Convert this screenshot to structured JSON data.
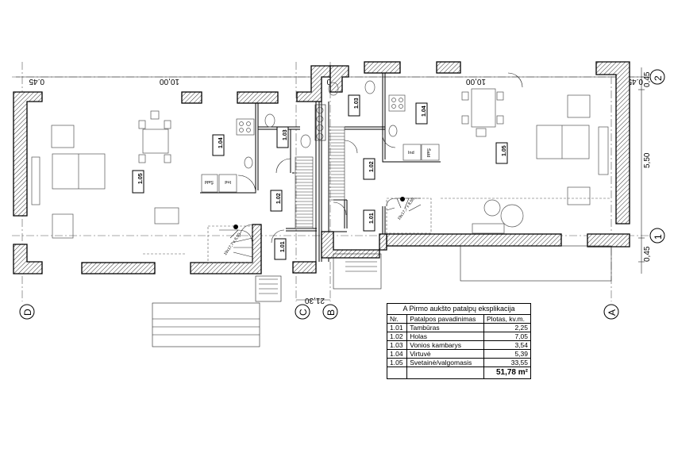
{
  "axes": {
    "letters": [
      "A",
      "B",
      "C",
      "D"
    ],
    "numbers": [
      "1",
      "2"
    ]
  },
  "dimensions": {
    "left_end": "0.45",
    "left_span": "10,00",
    "mid_wall": "0.40",
    "right_span": "10,00",
    "right_end": "0.45",
    "height_top": "0,45",
    "height_mid": "5,50",
    "height_bottom": "0,45",
    "overall": "21,30"
  },
  "rooms_left": [
    "1.05",
    "1.04",
    "1.03",
    "1.02",
    "1.01"
  ],
  "rooms_right": [
    "1.05",
    "1.04",
    "1.03",
    "1.02",
    "1.01"
  ],
  "appliance_labels": {
    "left": [
      "Šald",
      "Ind"
    ],
    "right": [
      "Ind",
      "Šald"
    ]
  },
  "stair_notes": [
    "19x17,7 x 8,50",
    "19x17,7 x 8,50"
  ],
  "legend": {
    "caption": "A Pirmo aukšto patalpų eksplikacija",
    "headers": [
      "Nr.",
      "Patalpos pavadinimas",
      "Plotas, kv.m."
    ],
    "rows": [
      {
        "nr": "1.01",
        "name": "Tambūras",
        "area": "2,25"
      },
      {
        "nr": "1.02",
        "name": "Holas",
        "area": "7,05"
      },
      {
        "nr": "1.03",
        "name": "Vonios kambarys",
        "area": "3,54"
      },
      {
        "nr": "1.04",
        "name": "Virtuvė",
        "area": "5,39"
      },
      {
        "nr": "1.05",
        "name": "Svetainė/valgomasis",
        "area": "33,55"
      }
    ],
    "total": "51,78 m²"
  }
}
